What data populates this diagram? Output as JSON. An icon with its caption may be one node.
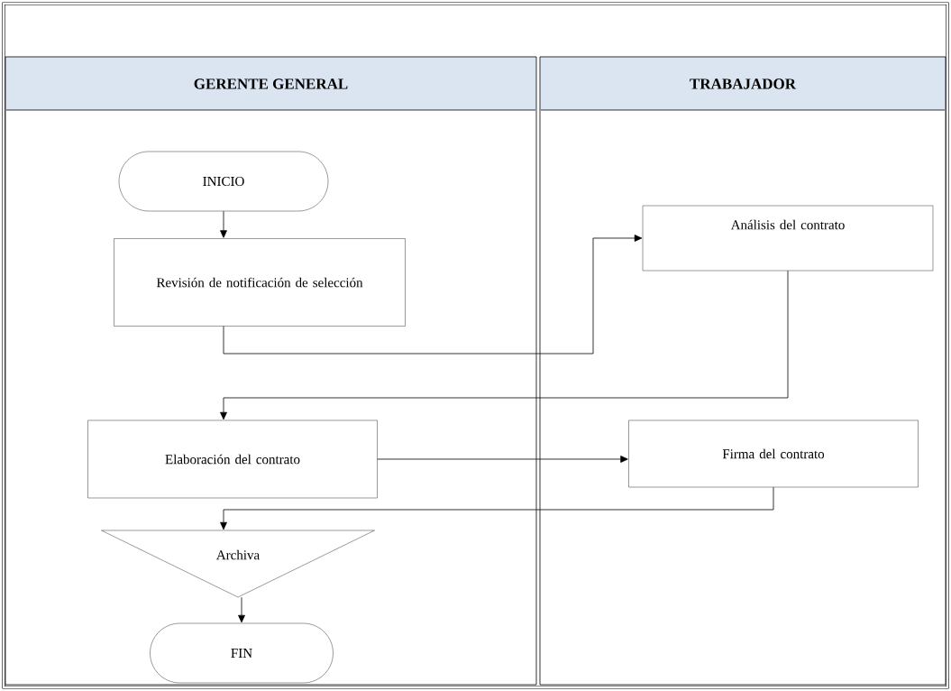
{
  "diagram": {
    "nodes": [
      {
        "text": [
          "GERENTE GENERAL"
        ]
      },
      {
        "text": [
          "TRABAJADOR"
        ]
      },
      {
        "text": [
          "INICIO"
        ],
        "in": 0
      },
      {
        "text": [
          "Revisión de notificación de selección"
        ],
        "in": 0
      },
      {
        "text": [
          "Análisis del contrato"
        ],
        "in": 1
      },
      {
        "text": [
          "Elaboración del contrato"
        ],
        "in": 0
      },
      {
        "text": [
          "Firma del contrato"
        ],
        "in": 1
      },
      {
        "text": [
          "Archiva"
        ],
        "in": 0
      },
      {
        "text": [
          "FIN"
        ],
        "in": 0
      }
    ],
    "edges": [
      {
        "from": 2,
        "to": 3,
        "arrow": "to"
      },
      {
        "from": 3,
        "to": 4,
        "arrow": "to"
      },
      {
        "from": 4,
        "to": 5,
        "arrow": "to"
      },
      {
        "from": 5,
        "to": 6,
        "arrow": "to"
      },
      {
        "from": 6,
        "to": 7,
        "arrow": "to"
      },
      {
        "from": 7,
        "to": 8,
        "arrow": "to"
      }
    ]
  }
}
